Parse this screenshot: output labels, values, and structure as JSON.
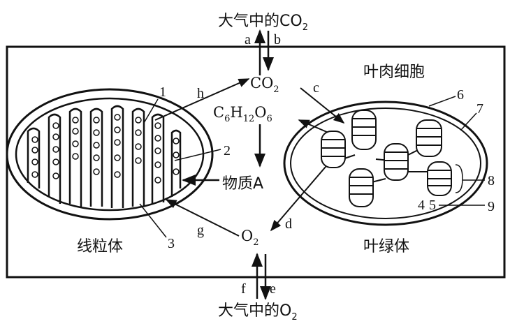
{
  "labels": {
    "top_atm_co2": "大气中的CO",
    "top_atm_co2_sub": "2",
    "bottom_atm_o2": "大气中的O",
    "bottom_atm_o2_sub": "2",
    "co2_center": "CO",
    "co2_center_sub": "2",
    "o2_center": "O",
    "o2_center_sub": "2",
    "glucose_c": "C",
    "glucose_c_sub": "6",
    "glucose_h": "H",
    "glucose_h_sub": "12",
    "glucose_o": "O",
    "glucose_o_sub": "6",
    "substance_a": "物质A",
    "mesophyll_cell": "叶肉细胞",
    "mitochondrion": "线粒体",
    "chloroplast": "叶绿体"
  },
  "arrow_letters": [
    "a",
    "b",
    "c",
    "d",
    "e",
    "f",
    "g",
    "h"
  ],
  "part_numbers": [
    "1",
    "2",
    "3",
    "4",
    "5",
    "6",
    "7",
    "8",
    "9"
  ]
}
